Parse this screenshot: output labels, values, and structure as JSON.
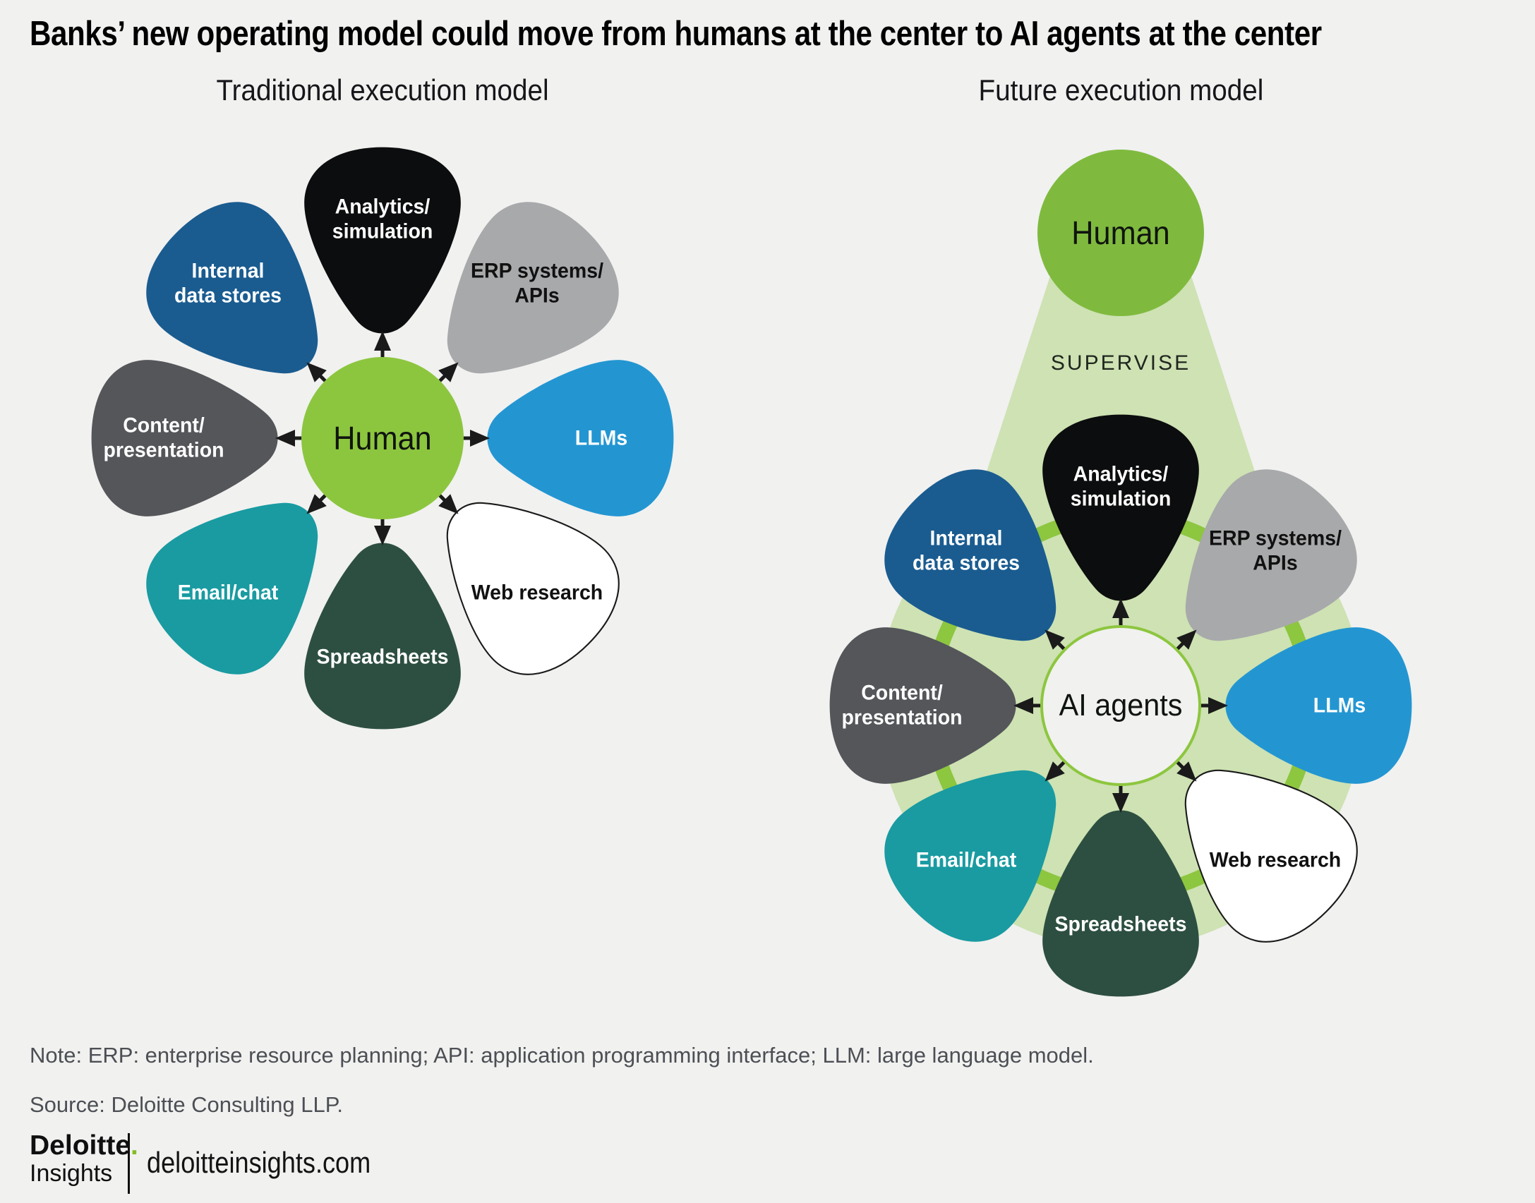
{
  "title": "Banks’ new operating model could move from humans at the center to AI agents at the center",
  "models": {
    "traditional": {
      "title": "Traditional execution model",
      "center_label": "Human"
    },
    "future": {
      "title": "Future execution model",
      "center_label": "AI agents",
      "human_label": "Human",
      "supervise_label": "SUPERVISE"
    }
  },
  "petals": [
    {
      "id": "analytics-simulation",
      "label": "Analytics/\nsimulation",
      "color": "#0c0d0e",
      "text_color": "#ffffff"
    },
    {
      "id": "erp-systems-apis",
      "label": "ERP systems/\nAPIs",
      "color": "#a8a9ab",
      "text_color": "#111111"
    },
    {
      "id": "llms",
      "label": "LLMs",
      "color": "#2396d2",
      "text_color": "#ffffff"
    },
    {
      "id": "web-research",
      "label": "Web research",
      "color": "#ffffff",
      "text_color": "#111111",
      "border_color": "#1a1a1a"
    },
    {
      "id": "spreadsheets",
      "label": "Spreadsheets",
      "color": "#2d4f41",
      "text_color": "#ffffff"
    },
    {
      "id": "email-chat",
      "label": "Email/chat",
      "color": "#199ba1",
      "text_color": "#ffffff"
    },
    {
      "id": "content-presentation",
      "label": "Content/\npresentation",
      "color": "#54565a",
      "text_color": "#ffffff"
    },
    {
      "id": "internal-data-stores",
      "label": "Internal\ndata stores",
      "color": "#1a5c90",
      "text_color": "#ffffff"
    }
  ],
  "colors": {
    "page_bg": "#f1f1f0",
    "title_text": "#000000",
    "subtitle_text": "#16161a",
    "center_green": "#8cc63f",
    "human_green": "#7fba3e",
    "cone_green": "#cee2b3",
    "ring_green": "#8dc63f",
    "arrow": "#1a1a1a",
    "center_label_text": "#10140f",
    "supervise_text": "#20261f",
    "note_text": "#4c4f54",
    "logo_text": "#0f0f0f",
    "logo_dot_green": "#86bc25",
    "website_text": "#131313"
  },
  "footer": {
    "note": "Note: ERP: enterprise resource planning; API: application programming interface; LLM: large language model.",
    "source": "Source: Deloitte Consulting LLP.",
    "brand": "Deloitte",
    "brand_dot": ".",
    "brand_sub": "Insights",
    "website": "deloitteinsights.com"
  }
}
